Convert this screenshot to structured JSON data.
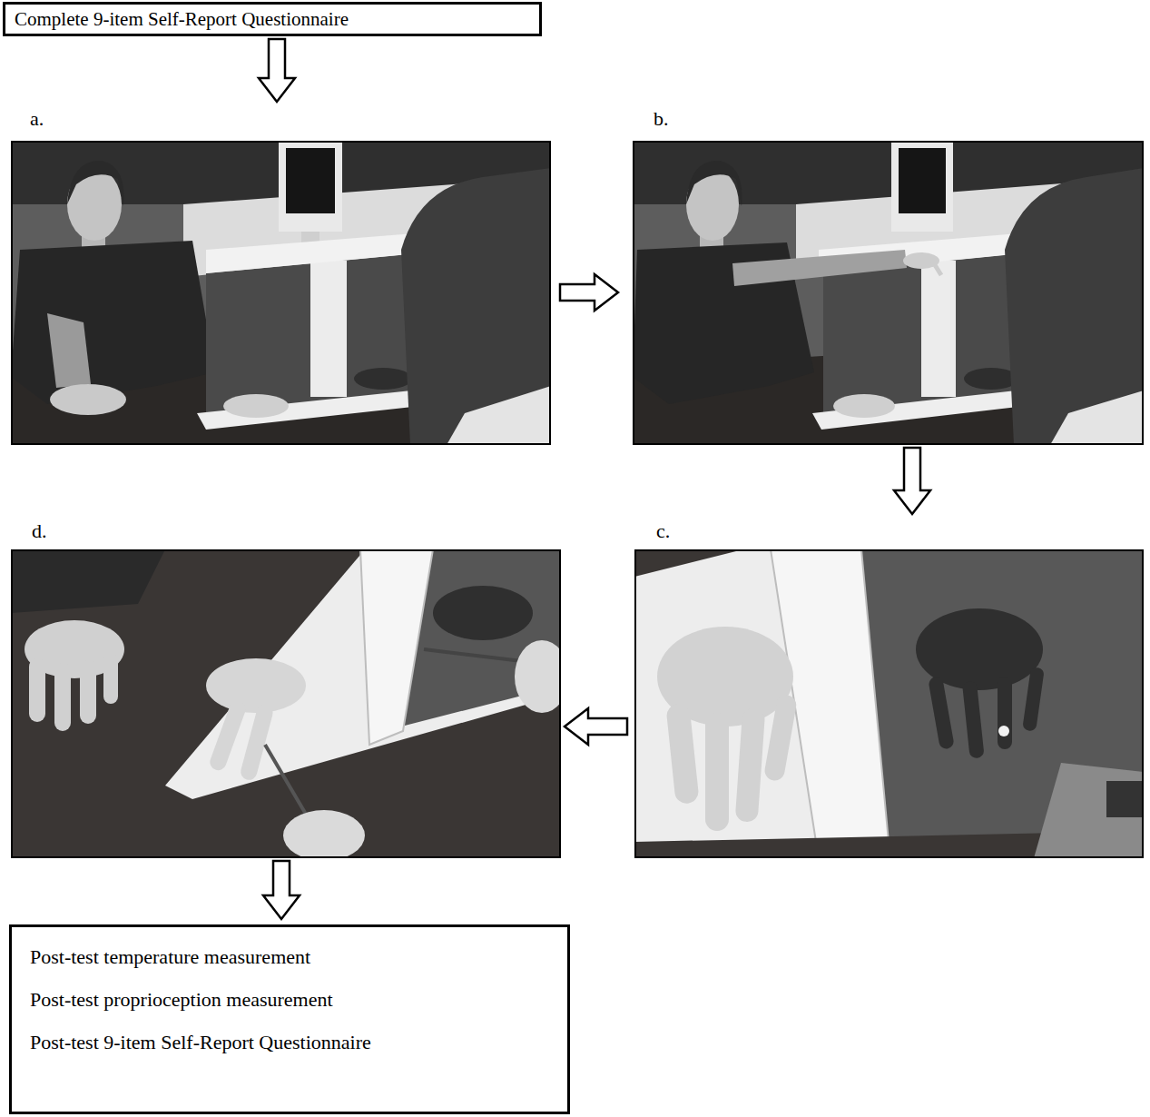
{
  "diagram": {
    "nodes": [
      {
        "text": [
          "Complete 9-item Self-Report Questionnaire"
        ]
      },
      {
        "text": [
          "a."
        ]
      },
      {
        "text": [
          "b."
        ]
      },
      {
        "text": [
          "c."
        ]
      },
      {
        "text": [
          "d."
        ]
      },
      {
        "text": [
          "Post-test temperature measurement",
          "Post-test proprioception measurement",
          "Post-test 9-item Self-Report Questionnaire"
        ]
      }
    ],
    "edges": [
      {
        "from": 0,
        "to": 1,
        "arrow": "to"
      },
      {
        "from": 1,
        "to": 2,
        "arrow": "to"
      },
      {
        "from": 2,
        "to": 3,
        "arrow": "to"
      },
      {
        "from": 3,
        "to": 4,
        "arrow": "to"
      },
      {
        "from": 4,
        "to": 5,
        "arrow": "to"
      }
    ]
  }
}
